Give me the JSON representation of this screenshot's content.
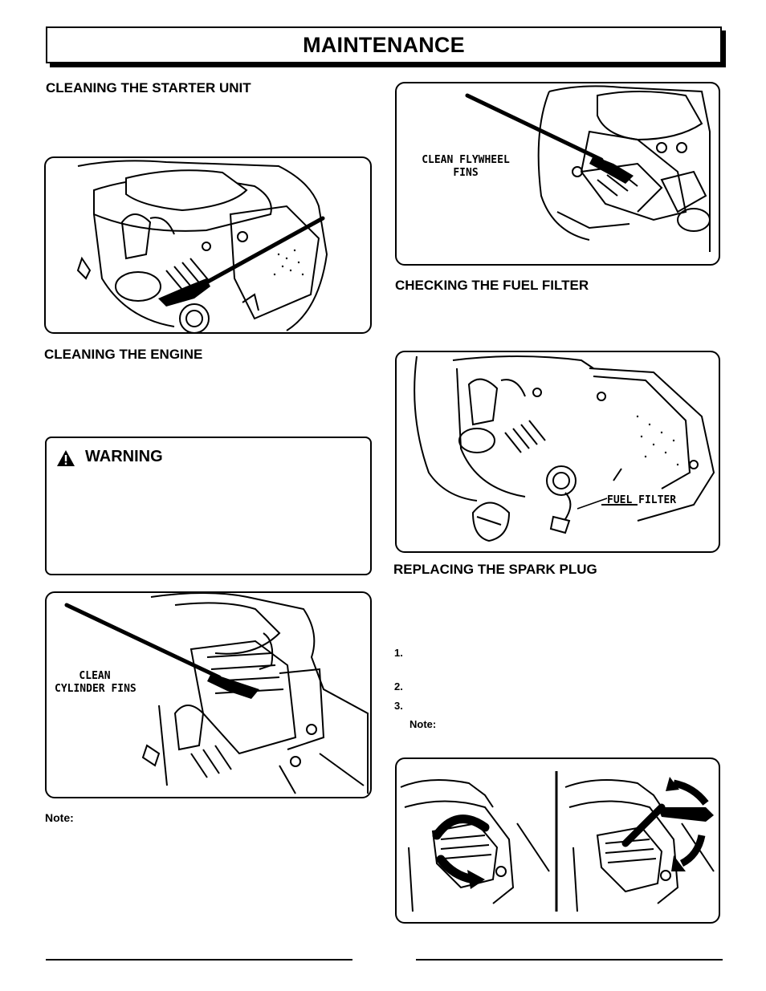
{
  "page_title": "MAINTENANCE",
  "sections": {
    "starter": "CLEANING THE STARTER UNIT",
    "engine": "CLEANING THE ENGINE",
    "fuel_filter": "CHECKING THE FUEL FILTER",
    "spark_plug": "REPLACING THE SPARK PLUG"
  },
  "figure_labels": {
    "flywheel_line1": "CLEAN FLYWHEEL",
    "flywheel_line2": "FINS",
    "cylinder_line1": "CLEAN",
    "cylinder_line2": "CYLINDER FINS",
    "fuel_filter": "FUEL FILTER"
  },
  "warning": {
    "title": "WARNING",
    "icon": "warning-triangle-icon"
  },
  "notes": {
    "left": "Note:",
    "right": "Note:"
  },
  "steps": [
    "1.",
    "2.",
    "3."
  ]
}
